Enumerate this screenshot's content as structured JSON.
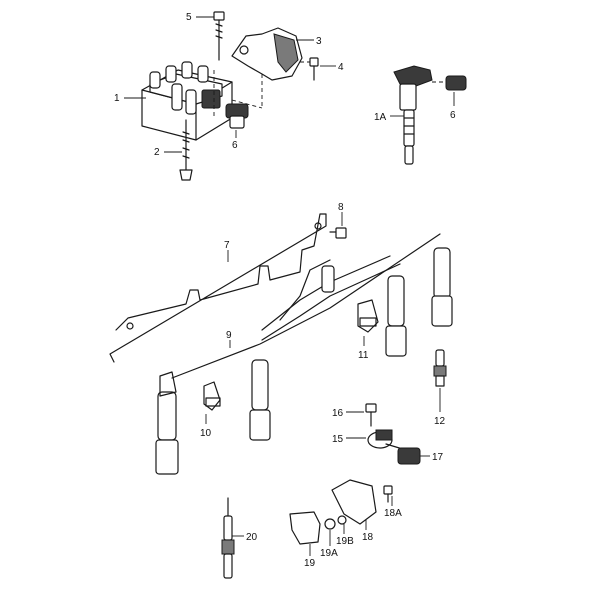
{
  "callouts": {
    "c1": "1",
    "c1A": "1A",
    "c2": "2",
    "c3": "3",
    "c4": "4",
    "c5": "5",
    "c6a": "6",
    "c6b": "6",
    "c7": "7",
    "c8": "8",
    "c9": "9",
    "c10": "10",
    "c11": "11",
    "c12": "12",
    "c15": "15",
    "c16": "16",
    "c17": "17",
    "c18": "18",
    "c18A": "18A",
    "c19": "19",
    "c19A": "19A",
    "c19B": "19B",
    "c20": "20"
  }
}
